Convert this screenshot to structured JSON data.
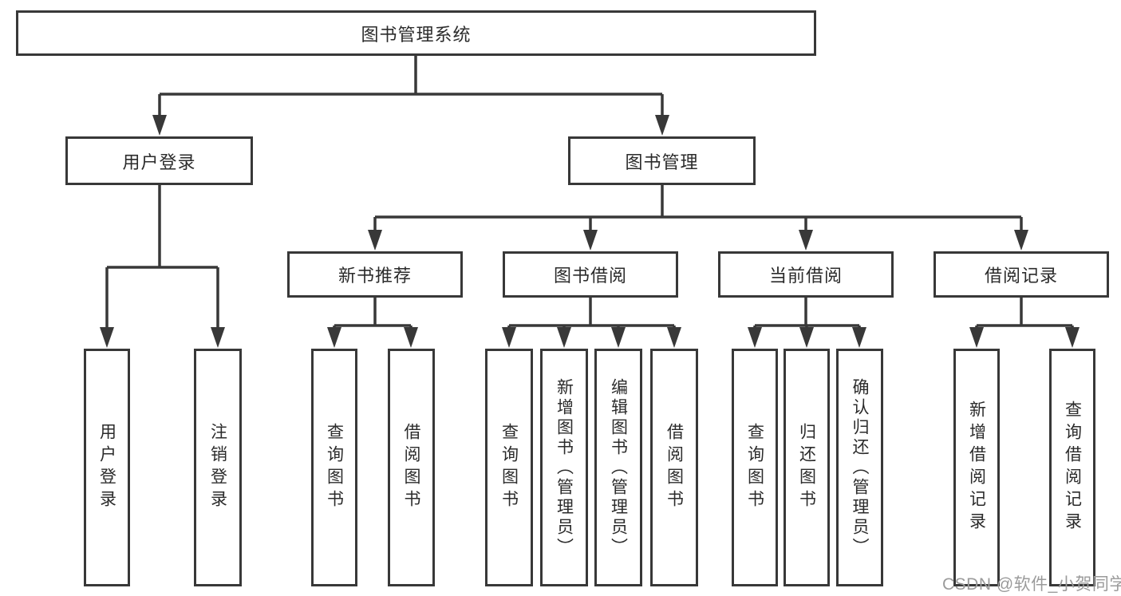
{
  "diagram": {
    "title": "图书管理系统",
    "root": {
      "label": "图书管理系统"
    },
    "level2": [
      {
        "label": "用户登录"
      },
      {
        "label": "图书管理"
      }
    ],
    "level3": [
      {
        "label": "新书推荐"
      },
      {
        "label": "图书借阅"
      },
      {
        "label": "当前借阅"
      },
      {
        "label": "借阅记录"
      }
    ],
    "leaves": {
      "user_login": [
        "用户登录",
        "注销登录"
      ],
      "new_book_recommend": [
        "查询图书",
        "借阅图书"
      ],
      "book_borrow": [
        "查询图书",
        "新增图书（管理员）",
        "编辑图书（管理员）",
        "借阅图书"
      ],
      "current_borrow": [
        "查询图书",
        "归还图书",
        "确认归还（管理员）"
      ],
      "borrow_records": [
        "新增借阅记录",
        "查询借阅记录"
      ]
    }
  },
  "watermark": "CSDN @软件_小贺同学",
  "colors": {
    "line": "#383838",
    "box_border": "#383838",
    "box_fill": "#ffffff",
    "text": "#2b2b2b",
    "watermark": "#9b9b9b",
    "background": "#ffffff"
  }
}
